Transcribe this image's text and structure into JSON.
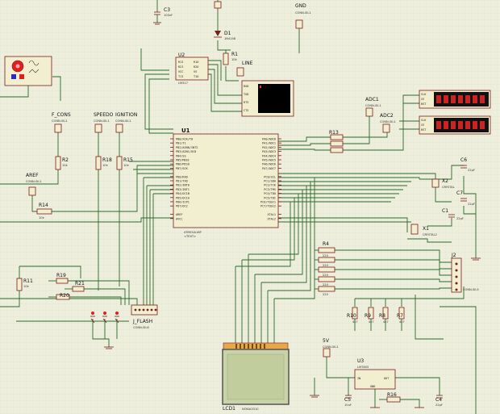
{
  "colors": {
    "background": "#eeeedd",
    "grid": "#dedecc",
    "wire": "#2a6a2a",
    "component_border": "#7a1d1d",
    "component_fill": "#f2eed0",
    "display_screen": "#000000",
    "display_text": "#ee3333",
    "lcd_screen": "#c9d3a8",
    "lcd_header": "#e8a84a",
    "led_red": "#e02020"
  },
  "labels": {
    "c3": "C3",
    "gnd": "GND",
    "conn_si": "CONN-SIL1",
    "d1": "D1",
    "d1_type": "1N4148",
    "r1": "R1",
    "line": "LINE",
    "u2": "U2",
    "u2_pins_l": [
      "R1I",
      "R2I",
      "VCC",
      "T1I"
    ],
    "u2_pins_r": [
      "R1O",
      "R2O",
      "VS",
      "T1O"
    ],
    "u2_type": "LM317",
    "term_pins": [
      "RXD",
      "TXD",
      "RTS",
      "CTS"
    ],
    "adc1": "ADC1",
    "adc2": "ADC2",
    "seg_pins": [
      "CLK",
      "CE",
      "RST"
    ],
    "f_cons": "F_CONS",
    "speedo": "SPEEDO",
    "ignition": "IGNITION",
    "r2": "R2",
    "r18": "R18",
    "r15": "R15",
    "aref": "AREF",
    "r14": "R14",
    "r13": "R13",
    "u1": "U1",
    "u1_pins_left": [
      "PB0/XCK/T0",
      "PB1/T1",
      "PB2/AIN0/INT2",
      "PB3/AIN1/OC0",
      "PB4/SS",
      "PB5/MOSI",
      "PB6/MISO",
      "PB7/SCK",
      "",
      "PD0/RXD",
      "PD1/TXD",
      "PD2/INT0",
      "PD3/INT1",
      "PD4/OC1B",
      "PD5/OC1A",
      "PD6/ICP1",
      "PD7/OC2",
      "",
      "AREF",
      "AVCC"
    ],
    "u1_pins_right": [
      "PA0/ADC0",
      "PA1/ADC1",
      "PA2/ADC2",
      "PA3/ADC3",
      "PA4/ADC4",
      "PA5/ADC5",
      "PA6/ADC6",
      "PA7/ADC7",
      "",
      "PC0/SCL",
      "PC1/SDA",
      "PC2/TCK",
      "PC3/TMS",
      "PC4/TDO",
      "PC5/TDI",
      "PC6/TOSC1",
      "PC7/TOSC2",
      "",
      "XTAL1",
      "XTAL2"
    ],
    "u1_type": "ATMEGA16P",
    "x2": "X2",
    "crystal": "CRYSTAL",
    "c6": "C6",
    "c7": "C7",
    "c1": "C1",
    "x1": "X1",
    "crystal2": "CRYSTAL2",
    "r4": "R4",
    "j2": "J2",
    "j2_type": "CONN-SIL5",
    "r11": "R11",
    "r19": "R19",
    "r21": "R21",
    "r20": "R20",
    "j_flash": "J_FLASH",
    "conn_sil6": "CONN-SIL6",
    "r10": "R10",
    "r9": "R9",
    "r8": "R8",
    "r7": "R7",
    "sv": "5V",
    "u3": "U3",
    "u3_type": "LM7805",
    "u3_pins": [
      "IN",
      "OUT",
      "GND"
    ],
    "c5": "C5",
    "r16": "R16",
    "c4": "C4",
    "lcd1": "LCD1",
    "lcd_type": "NOKIA3310",
    "text_hidden": "<TEXT>",
    "val_10k": "10k",
    "val_4k7": "4k7",
    "val_220": "220",
    "val_22p": "22pF",
    "val_10u": "10uF",
    "val_100n": "100nF"
  }
}
